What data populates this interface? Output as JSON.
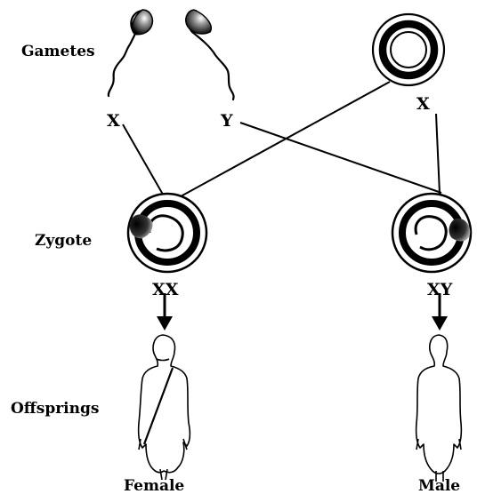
{
  "labels": {
    "gametes": "Gametes",
    "zygote": "Zygote",
    "offsprings": "Offsprings"
  },
  "chromosomes": {
    "sperm_left": "X",
    "sperm_right": "Y",
    "egg": "X",
    "zygote_left": "XX",
    "zygote_right": "XY"
  },
  "offspring": {
    "female": "Female",
    "male": "Male"
  },
  "colors": {
    "ink": "#000000",
    "background": "#ffffff"
  }
}
